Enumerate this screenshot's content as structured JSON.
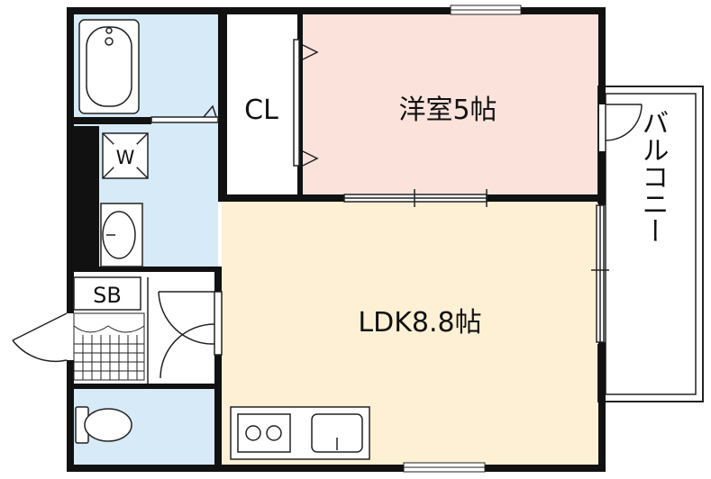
{
  "rooms": {
    "western_room": {
      "label": "洋室5帖",
      "color": "#fbe3dc"
    },
    "ldk": {
      "label": "LDK8.8帖",
      "color": "#fdf0d4"
    },
    "closet": {
      "label": "CL"
    },
    "washer": {
      "label": "W"
    },
    "shoe_box": {
      "label": "SB"
    },
    "balcony": {
      "label": "バルコニー"
    }
  },
  "colors": {
    "wet_area": "#d6eaf7",
    "wall": "#111111",
    "line": "#222222"
  },
  "icons": [
    "bathtub-icon",
    "washbasin-icon",
    "toilet-icon",
    "stove-icon",
    "sink-icon",
    "door-swing-icon"
  ]
}
